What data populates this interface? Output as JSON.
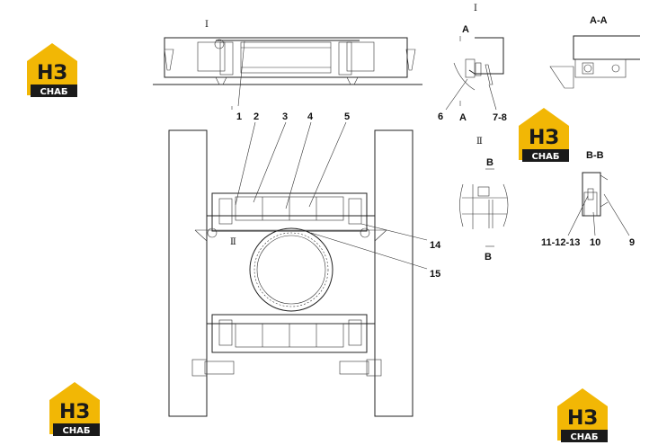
{
  "logo": {
    "mark": "НЗ",
    "word": "СНАБ",
    "color_yellow": "#f2b705",
    "color_dark": "#1a1a1a"
  },
  "views": {
    "view_I": "Ⅰ",
    "view_II": "Ⅱ",
    "section_AA": "A-A",
    "section_BB": "B-B",
    "cut_A": "A",
    "cut_B": "B"
  },
  "callouts": {
    "c1": "1",
    "c2": "2",
    "c3": "3",
    "c4": "4",
    "c5": "5",
    "c6": "6",
    "c78": "7-8",
    "c9": "9",
    "c10": "10",
    "c111213": "11-12-13",
    "c14": "14",
    "c15": "15"
  }
}
